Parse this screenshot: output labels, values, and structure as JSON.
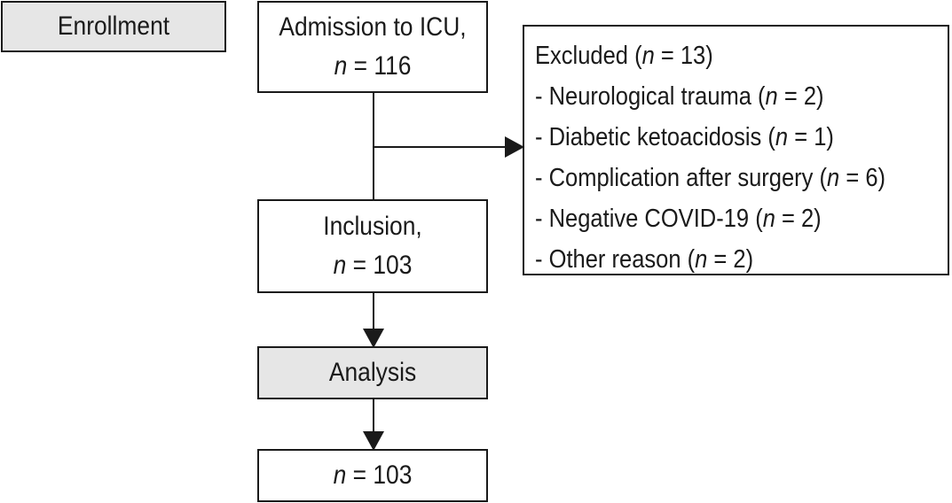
{
  "enrollment": {
    "label": "Enrollment"
  },
  "admission": {
    "line1": "Admission to ICU,",
    "n_symbol": "n",
    "n_text": " = 116"
  },
  "excluded": {
    "header_label": "Excluded (",
    "header_n_symbol": "n",
    "header_n_text": " = 13)",
    "reasons": [
      {
        "prefix": "- Neurological trauma (",
        "n_symbol": "n",
        "suffix": " = 2)"
      },
      {
        "prefix": "- Diabetic ketoacidosis (",
        "n_symbol": "n",
        "suffix": " = 1)"
      },
      {
        "prefix": "- Complication after surgery (",
        "n_symbol": "n",
        "suffix": " = 6)"
      },
      {
        "prefix": "- Negative COVID-19 (",
        "n_symbol": "n",
        "suffix": " = 2)"
      },
      {
        "prefix": "- Other reason (",
        "n_symbol": "n",
        "suffix": " = 2)"
      }
    ]
  },
  "inclusion": {
    "line1": "Inclusion,",
    "n_symbol": "n",
    "n_text": " = 103"
  },
  "analysis": {
    "label": "Analysis"
  },
  "final": {
    "n_symbol": "n",
    "n_text": " = 103"
  },
  "colors": {
    "line": "#1a1a1a",
    "gray_fill": "#e6e6e6",
    "background": "#ffffff"
  }
}
